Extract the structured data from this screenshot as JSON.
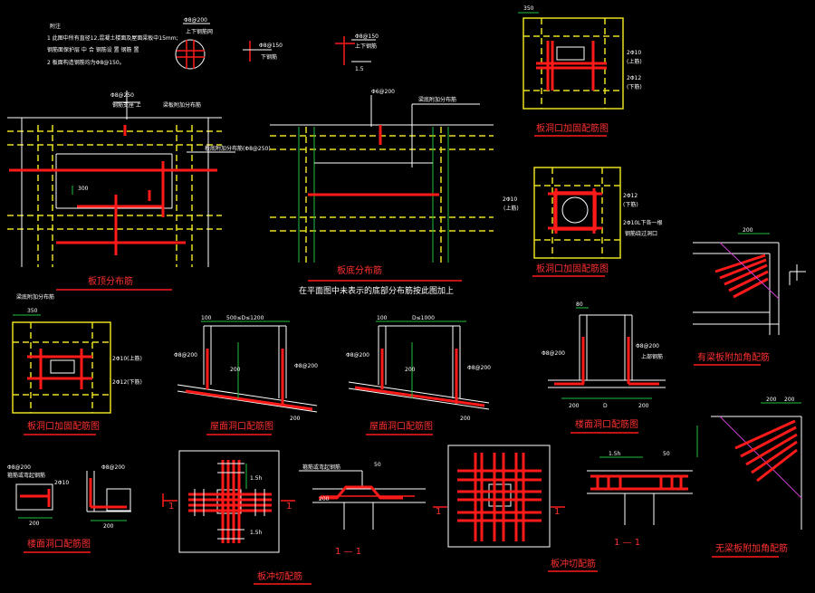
{
  "notes": {
    "heading": "附注",
    "line1": "1  此图中所有直径12,混凝土楼面及屋面梁板中15mm;",
    "line2": "   钢筋面保护层 中 合 钢筋设 置 钢筋  置",
    "line3": "2  板面构造钢筋均为Φ8@150。"
  },
  "legend": {
    "upper_label": "上下钢筋网",
    "spec_a": "Φ8@200",
    "spec_b": "Φ8@150",
    "mid_label": "上下钢筋",
    "bottom_label": "下钢筋",
    "spec_c": "Φ8@150",
    "dim_1_5": "1.5"
  },
  "titles": {
    "slab_top": "板顶分布筋",
    "slab_bottom": "板底分布筋",
    "slab_bottom_note": "在平面图中未表示的底部分布筋按此图加上",
    "hole_reinf_1": "板洞口加固配筋图",
    "hole_reinf_2": "板洞口加固配筋图",
    "hole_reinf_3": "板洞口加固配筋图",
    "roof_hole_1": "屋面洞口配筋图",
    "roof_hole_2": "屋面洞口配筋图",
    "floor_hole_1": "楼面洞口配筋图",
    "floor_hole_2": "楼面洞口配筋图",
    "corner_1": "有梁板附加角配筋",
    "corner_2": "无梁板附加角配筋",
    "punch_1": "板冲切配筋",
    "punch_2": "板冲切配筋",
    "sec_1": "1 — 1",
    "sec_2": "1 — 1",
    "cut_1": "1",
    "cut_2": "1",
    "cut_3": "1",
    "cut_4": "1"
  },
  "dims": {
    "d350": "350",
    "d300": "300",
    "d200": "200",
    "d100": "100",
    "d80": "80",
    "d50": "50",
    "d1_5h": "1.5h",
    "width_1200": "500≤D≤1200",
    "width_1000": "D≤1000",
    "D": "D",
    "d200b": "200",
    "d200c": "200"
  },
  "specs": {
    "s8_250": "Φ8@250",
    "s8_200": "Φ8@200",
    "s8_150": "Φ8@150",
    "s6_200": "Φ6@200",
    "s2_10": "2Φ10",
    "s2_12": "2Φ12",
    "s2_10_up": "(上筋)",
    "s2_12_dn": "(下筋)",
    "s2_12b": "2Φ12(下筋)",
    "s2_10b": "2Φ10(上筋)",
    "s2_10_l": "2Φ10L下各一根",
    "ring_note": "钢筋绕过洞口",
    "beam_note": "梁板附加分布筋",
    "slab_note": "板底附加分布筋(Φ8@250)",
    "beam_label": "梁底附加分布筋",
    "slab_top_note": "钢筋支座 上",
    "top_rebar": "上部钢筋",
    "punch_rebar": "箍筋或弯起钢筋"
  },
  "colors": {
    "background": "#000000",
    "rebar": "#ff1a1a",
    "hidden": "#e8e020",
    "line": "#ffffff",
    "dim": "#20c040",
    "leader": "#d040d0"
  }
}
